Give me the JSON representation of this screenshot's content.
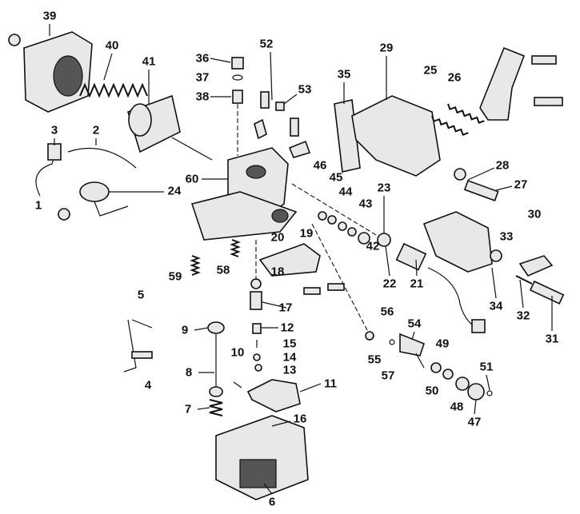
{
  "diagram_type": "exploded parts diagram",
  "labels": [
    "39",
    "40",
    "41",
    "36",
    "37",
    "38",
    "52",
    "53",
    "35",
    "29",
    "25",
    "26",
    "3",
    "2",
    "1",
    "24",
    "60",
    "46",
    "45",
    "44",
    "43",
    "23",
    "28",
    "27",
    "30",
    "33",
    "20",
    "19",
    "42",
    "22",
    "21",
    "34",
    "32",
    "31",
    "59",
    "58",
    "18",
    "17",
    "5",
    "9",
    "12",
    "15",
    "14",
    "13",
    "10",
    "8",
    "11",
    "4",
    "7",
    "56",
    "54",
    "55",
    "57",
    "49",
    "51",
    "50",
    "48",
    "47",
    "16",
    "6"
  ]
}
